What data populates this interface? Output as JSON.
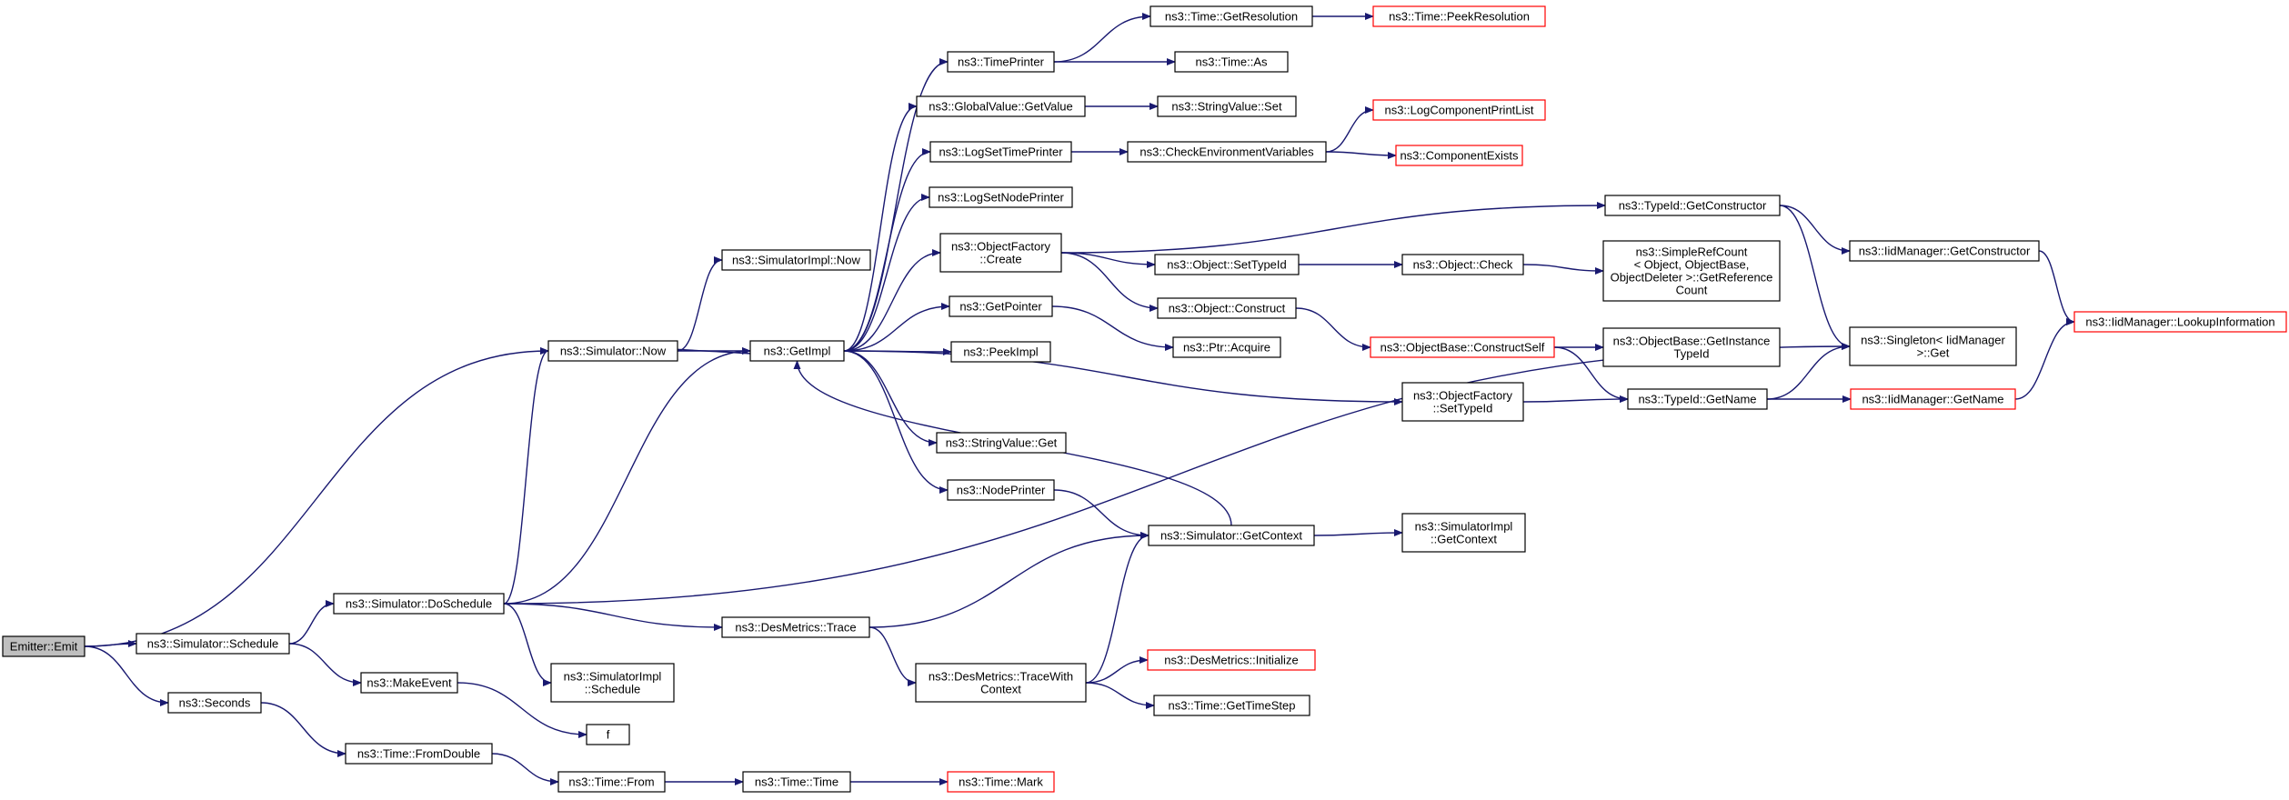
{
  "diagram": {
    "type": "call-graph",
    "colors": {
      "edge": "#191970",
      "node_border": "#000000",
      "external_node_border": "#ff0000",
      "root_fill": "#bfbfbf",
      "node_fill": "#ffffff"
    },
    "nodes": [
      {
        "id": "emit",
        "lines": [
          "Emitter::Emit"
        ],
        "kind": "root"
      },
      {
        "id": "schedule",
        "lines": [
          "ns3::Simulator::Schedule"
        ],
        "kind": "normal"
      },
      {
        "id": "seconds",
        "lines": [
          "ns3::Seconds"
        ],
        "kind": "normal"
      },
      {
        "id": "doschedule",
        "lines": [
          "ns3::Simulator::DoSchedule"
        ],
        "kind": "normal"
      },
      {
        "id": "makeevent",
        "lines": [
          "ns3::MakeEvent"
        ],
        "kind": "normal"
      },
      {
        "id": "fromdouble",
        "lines": [
          "ns3::Time::FromDouble"
        ],
        "kind": "normal"
      },
      {
        "id": "simnow",
        "lines": [
          "ns3::Simulator::Now"
        ],
        "kind": "normal"
      },
      {
        "id": "implnow",
        "lines": [
          "ns3::SimulatorImpl::Now"
        ],
        "kind": "normal"
      },
      {
        "id": "getimpl",
        "lines": [
          "ns3::GetImpl"
        ],
        "kind": "normal"
      },
      {
        "id": "destrace",
        "lines": [
          "ns3::DesMetrics::Trace"
        ],
        "kind": "normal"
      },
      {
        "id": "implschedule",
        "lines": [
          "ns3::SimulatorImpl",
          "::Schedule"
        ],
        "kind": "normal"
      },
      {
        "id": "f",
        "lines": [
          "f"
        ],
        "kind": "normal"
      },
      {
        "id": "timefrom",
        "lines": [
          "ns3::Time::From"
        ],
        "kind": "normal"
      },
      {
        "id": "timetime",
        "lines": [
          "ns3::Time::Time"
        ],
        "kind": "normal"
      },
      {
        "id": "timemark",
        "lines": [
          "ns3::Time::Mark"
        ],
        "kind": "external"
      },
      {
        "id": "timeprinter",
        "lines": [
          "ns3::TimePrinter"
        ],
        "kind": "normal"
      },
      {
        "id": "gvgetvalue",
        "lines": [
          "ns3::GlobalValue::GetValue"
        ],
        "kind": "normal"
      },
      {
        "id": "logsettime",
        "lines": [
          "ns3::LogSetTimePrinter"
        ],
        "kind": "normal"
      },
      {
        "id": "logsetnode",
        "lines": [
          "ns3::LogSetNodePrinter"
        ],
        "kind": "normal"
      },
      {
        "id": "ofcreate",
        "lines": [
          "ns3::ObjectFactory",
          "::Create"
        ],
        "kind": "normal"
      },
      {
        "id": "getpointer",
        "lines": [
          "ns3::GetPointer"
        ],
        "kind": "normal"
      },
      {
        "id": "peekimpl",
        "lines": [
          "ns3::PeekImpl"
        ],
        "kind": "normal"
      },
      {
        "id": "svget",
        "lines": [
          "ns3::StringValue::Get"
        ],
        "kind": "normal"
      },
      {
        "id": "nodeprinter",
        "lines": [
          "ns3::NodePrinter"
        ],
        "kind": "normal"
      },
      {
        "id": "simgetctx",
        "lines": [
          "ns3::Simulator::GetContext"
        ],
        "kind": "normal"
      },
      {
        "id": "tracewithctx",
        "lines": [
          "ns3::DesMetrics::TraceWith",
          "Context"
        ],
        "kind": "normal"
      },
      {
        "id": "timegetres",
        "lines": [
          "ns3::Time::GetResolution"
        ],
        "kind": "normal"
      },
      {
        "id": "timeas",
        "lines": [
          "ns3::Time::As"
        ],
        "kind": "normal"
      },
      {
        "id": "svset",
        "lines": [
          "ns3::StringValue::Set"
        ],
        "kind": "normal"
      },
      {
        "id": "checkenv",
        "lines": [
          "ns3::CheckEnvironmentVariables"
        ],
        "kind": "normal"
      },
      {
        "id": "objsettypeid",
        "lines": [
          "ns3::Object::SetTypeId"
        ],
        "kind": "normal"
      },
      {
        "id": "objconstruct",
        "lines": [
          "ns3::Object::Construct"
        ],
        "kind": "normal"
      },
      {
        "id": "ptracquire",
        "lines": [
          "ns3::Ptr::Acquire"
        ],
        "kind": "normal"
      },
      {
        "id": "ofsettypeid",
        "lines": [
          "ns3::ObjectFactory",
          "::SetTypeId"
        ],
        "kind": "normal"
      },
      {
        "id": "implgetctx",
        "lines": [
          "ns3::SimulatorImpl",
          "::GetContext"
        ],
        "kind": "normal"
      },
      {
        "id": "desinit",
        "lines": [
          "ns3::DesMetrics::Initialize"
        ],
        "kind": "external"
      },
      {
        "id": "gettimestep",
        "lines": [
          "ns3::Time::GetTimeStep"
        ],
        "kind": "normal"
      },
      {
        "id": "peekres",
        "lines": [
          "ns3::Time::PeekResolution"
        ],
        "kind": "external"
      },
      {
        "id": "logcompprint",
        "lines": [
          "ns3::LogComponentPrintList"
        ],
        "kind": "external"
      },
      {
        "id": "compexists",
        "lines": [
          "ns3::ComponentExists"
        ],
        "kind": "external"
      },
      {
        "id": "objcheck",
        "lines": [
          "ns3::Object::Check"
        ],
        "kind": "normal"
      },
      {
        "id": "obconstructself",
        "lines": [
          "ns3::ObjectBase::ConstructSelf"
        ],
        "kind": "external"
      },
      {
        "id": "tidgetctor",
        "lines": [
          "ns3::TypeId::GetConstructor"
        ],
        "kind": "normal"
      },
      {
        "id": "simplerefcount",
        "lines": [
          "ns3::SimpleRefCount",
          "< Object, ObjectBase,",
          "ObjectDeleter >::GetReference",
          "Count"
        ],
        "kind": "normal"
      },
      {
        "id": "obgetinsttid",
        "lines": [
          "ns3::ObjectBase::GetInstance",
          "TypeId"
        ],
        "kind": "normal"
      },
      {
        "id": "tidgetname",
        "lines": [
          "ns3::TypeId::GetName"
        ],
        "kind": "normal"
      },
      {
        "id": "iidgetctor",
        "lines": [
          "ns3::IidManager::GetConstructor"
        ],
        "kind": "normal"
      },
      {
        "id": "singletonget",
        "lines": [
          "ns3::Singleton< IidManager",
          ">::Get"
        ],
        "kind": "normal"
      },
      {
        "id": "iidgetname",
        "lines": [
          "ns3::IidManager::GetName"
        ],
        "kind": "external"
      },
      {
        "id": "lookupinfo",
        "lines": [
          "ns3::IidManager::LookupInformation"
        ],
        "kind": "external"
      }
    ],
    "edges": [
      [
        "emit",
        "schedule"
      ],
      [
        "emit",
        "seconds"
      ],
      [
        "emit",
        "simnow"
      ],
      [
        "schedule",
        "doschedule"
      ],
      [
        "schedule",
        "makeevent"
      ],
      [
        "seconds",
        "fromdouble"
      ],
      [
        "doschedule",
        "simnow"
      ],
      [
        "doschedule",
        "getimpl"
      ],
      [
        "doschedule",
        "destrace"
      ],
      [
        "doschedule",
        "implschedule"
      ],
      [
        "doschedule",
        "singletonget"
      ],
      [
        "makeevent",
        "f"
      ],
      [
        "fromdouble",
        "timefrom"
      ],
      [
        "timefrom",
        "timetime"
      ],
      [
        "timetime",
        "timemark"
      ],
      [
        "simnow",
        "implnow"
      ],
      [
        "simnow",
        "getimpl"
      ],
      [
        "getimpl",
        "simnow"
      ],
      [
        "getimpl",
        "timeprinter"
      ],
      [
        "getimpl",
        "gvgetvalue"
      ],
      [
        "getimpl",
        "logsettime"
      ],
      [
        "getimpl",
        "logsetnode"
      ],
      [
        "getimpl",
        "ofcreate"
      ],
      [
        "getimpl",
        "getpointer"
      ],
      [
        "getimpl",
        "peekimpl"
      ],
      [
        "getimpl",
        "svget"
      ],
      [
        "getimpl",
        "nodeprinter"
      ],
      [
        "getimpl",
        "ofsettypeid"
      ],
      [
        "simgetctx",
        "getimpl"
      ],
      [
        "destrace",
        "simgetctx"
      ],
      [
        "destrace",
        "tracewithctx"
      ],
      [
        "tracewithctx",
        "simgetctx"
      ],
      [
        "tracewithctx",
        "desinit"
      ],
      [
        "tracewithctx",
        "gettimestep"
      ],
      [
        "nodeprinter",
        "simgetctx"
      ],
      [
        "simgetctx",
        "implgetctx"
      ],
      [
        "timeprinter",
        "timegetres"
      ],
      [
        "timeprinter",
        "timeas"
      ],
      [
        "timegetres",
        "peekres"
      ],
      [
        "gvgetvalue",
        "svset"
      ],
      [
        "logsettime",
        "checkenv"
      ],
      [
        "checkenv",
        "logcompprint"
      ],
      [
        "checkenv",
        "compexists"
      ],
      [
        "ofcreate",
        "tidgetctor"
      ],
      [
        "ofcreate",
        "objsettypeid"
      ],
      [
        "ofcreate",
        "objconstruct"
      ],
      [
        "objsettypeid",
        "objcheck"
      ],
      [
        "objcheck",
        "simplerefcount"
      ],
      [
        "objconstruct",
        "obconstructself"
      ],
      [
        "obconstructself",
        "obgetinsttid"
      ],
      [
        "obconstructself",
        "tidgetname"
      ],
      [
        "getpointer",
        "ptracquire"
      ],
      [
        "ofsettypeid",
        "tidgetname"
      ],
      [
        "tidgetctor",
        "iidgetctor"
      ],
      [
        "tidgetctor",
        "singletonget"
      ],
      [
        "iidgetctor",
        "lookupinfo"
      ],
      [
        "tidgetname",
        "singletonget"
      ],
      [
        "tidgetname",
        "iidgetname"
      ],
      [
        "iidgetname",
        "lookupinfo"
      ]
    ]
  }
}
